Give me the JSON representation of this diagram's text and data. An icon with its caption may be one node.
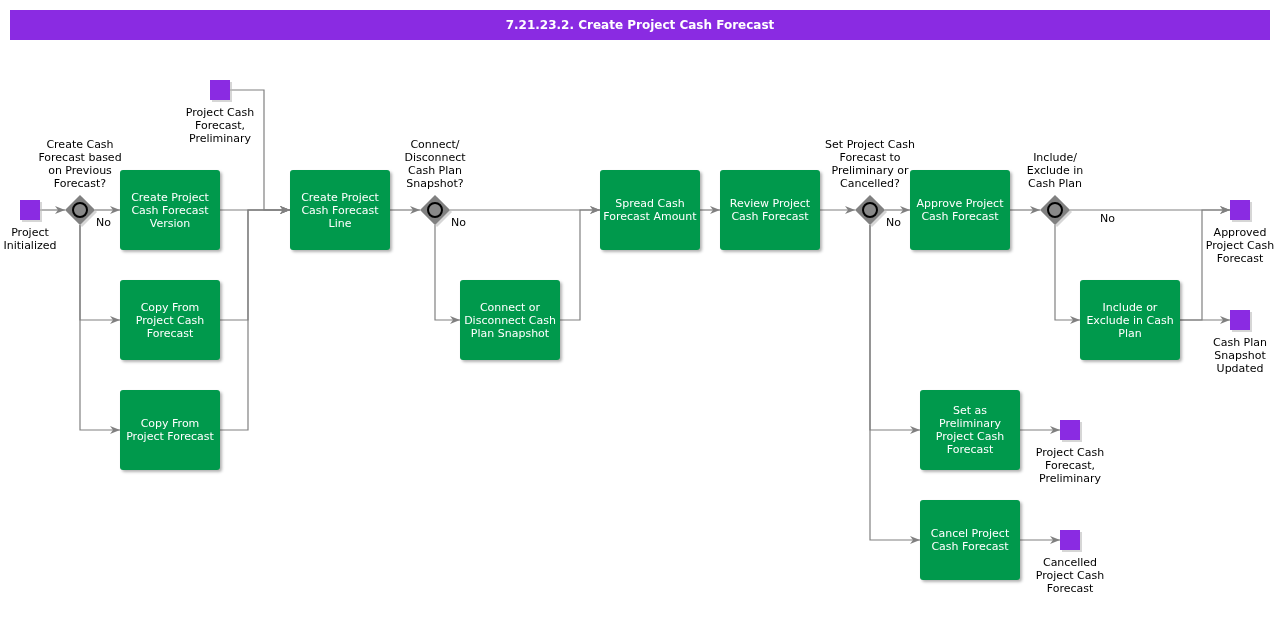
{
  "diagram": {
    "title": "7.21.23.2. Create Project Cash Forecast",
    "nodes": [
      {
        "text": [
          "Project Initialized"
        ]
      },
      {
        "text": [
          "Create Cash Forecast based on Previous Forecast?"
        ]
      },
      {
        "text": [
          "Create Project Cash Forecast Version"
        ]
      },
      {
        "text": [
          "Copy From Project Cash Forecast"
        ]
      },
      {
        "text": [
          "Copy From Project Forecast"
        ]
      },
      {
        "text": [
          "Project Cash Forecast, Preliminary"
        ]
      },
      {
        "text": [
          "Create Project Cash Forecast Line"
        ]
      },
      {
        "text": [
          "Connect/ Disconnect Cash Plan Snapshot?"
        ]
      },
      {
        "text": [
          "Connect or Disconnect Cash Plan Snapshot"
        ]
      },
      {
        "text": [
          "Spread Cash Forecast Amount"
        ]
      },
      {
        "text": [
          "Review Project Cash Forecast"
        ]
      },
      {
        "text": [
          "Set Project Cash Forecast to Preliminary or Cancelled?"
        ]
      },
      {
        "text": [
          "Approve Project Cash Forecast"
        ]
      },
      {
        "text": [
          "Include/ Exclude in Cash Plan"
        ]
      },
      {
        "text": [
          "Include or Exclude in Cash Plan"
        ]
      },
      {
        "text": [
          "Approved Project Cash Forecast"
        ]
      },
      {
        "text": [
          "Cash Plan Snapshot Updated"
        ]
      },
      {
        "text": [
          "Set as Preliminary Project Cash Forecast"
        ]
      },
      {
        "text": [
          "Project Cash Forecast, Preliminary"
        ]
      },
      {
        "text": [
          "Cancel Project Cash Forecast"
        ]
      },
      {
        "text": [
          "Cancelled Project Cash Forecast"
        ]
      }
    ],
    "edges": [
      {
        "from": 0,
        "to": 1,
        "arrow": "to"
      },
      {
        "from": 1,
        "to": 2,
        "arrow": "to",
        "label": "No"
      },
      {
        "from": 1,
        "to": 3,
        "arrow": "to"
      },
      {
        "from": 1,
        "to": 4,
        "arrow": "to"
      },
      {
        "from": 2,
        "to": 6,
        "arrow": "to"
      },
      {
        "from": 3,
        "to": 6,
        "arrow": "to"
      },
      {
        "from": 4,
        "to": 6,
        "arrow": "to"
      },
      {
        "from": 5,
        "to": 6,
        "arrow": "to"
      },
      {
        "from": 6,
        "to": 7,
        "arrow": "to"
      },
      {
        "from": 7,
        "to": 9,
        "arrow": "to",
        "label": "No"
      },
      {
        "from": 7,
        "to": 8,
        "arrow": "to"
      },
      {
        "from": 8,
        "to": 9,
        "arrow": "to"
      },
      {
        "from": 9,
        "to": 10,
        "arrow": "to"
      },
      {
        "from": 10,
        "to": 11,
        "arrow": "to"
      },
      {
        "from": 11,
        "to": 12,
        "arrow": "to",
        "label": "No"
      },
      {
        "from": 11,
        "to": 17,
        "arrow": "to"
      },
      {
        "from": 11,
        "to": 19,
        "arrow": "to"
      },
      {
        "from": 12,
        "to": 13,
        "arrow": "to"
      },
      {
        "from": 13,
        "to": 15,
        "arrow": "to",
        "label": "No"
      },
      {
        "from": 13,
        "to": 14,
        "arrow": "to"
      },
      {
        "from": 14,
        "to": 15,
        "arrow": "to"
      },
      {
        "from": 14,
        "to": 16,
        "arrow": "to"
      },
      {
        "from": 17,
        "to": 18,
        "arrow": "to"
      },
      {
        "from": 19,
        "to": 20,
        "arrow": "to"
      }
    ]
  }
}
